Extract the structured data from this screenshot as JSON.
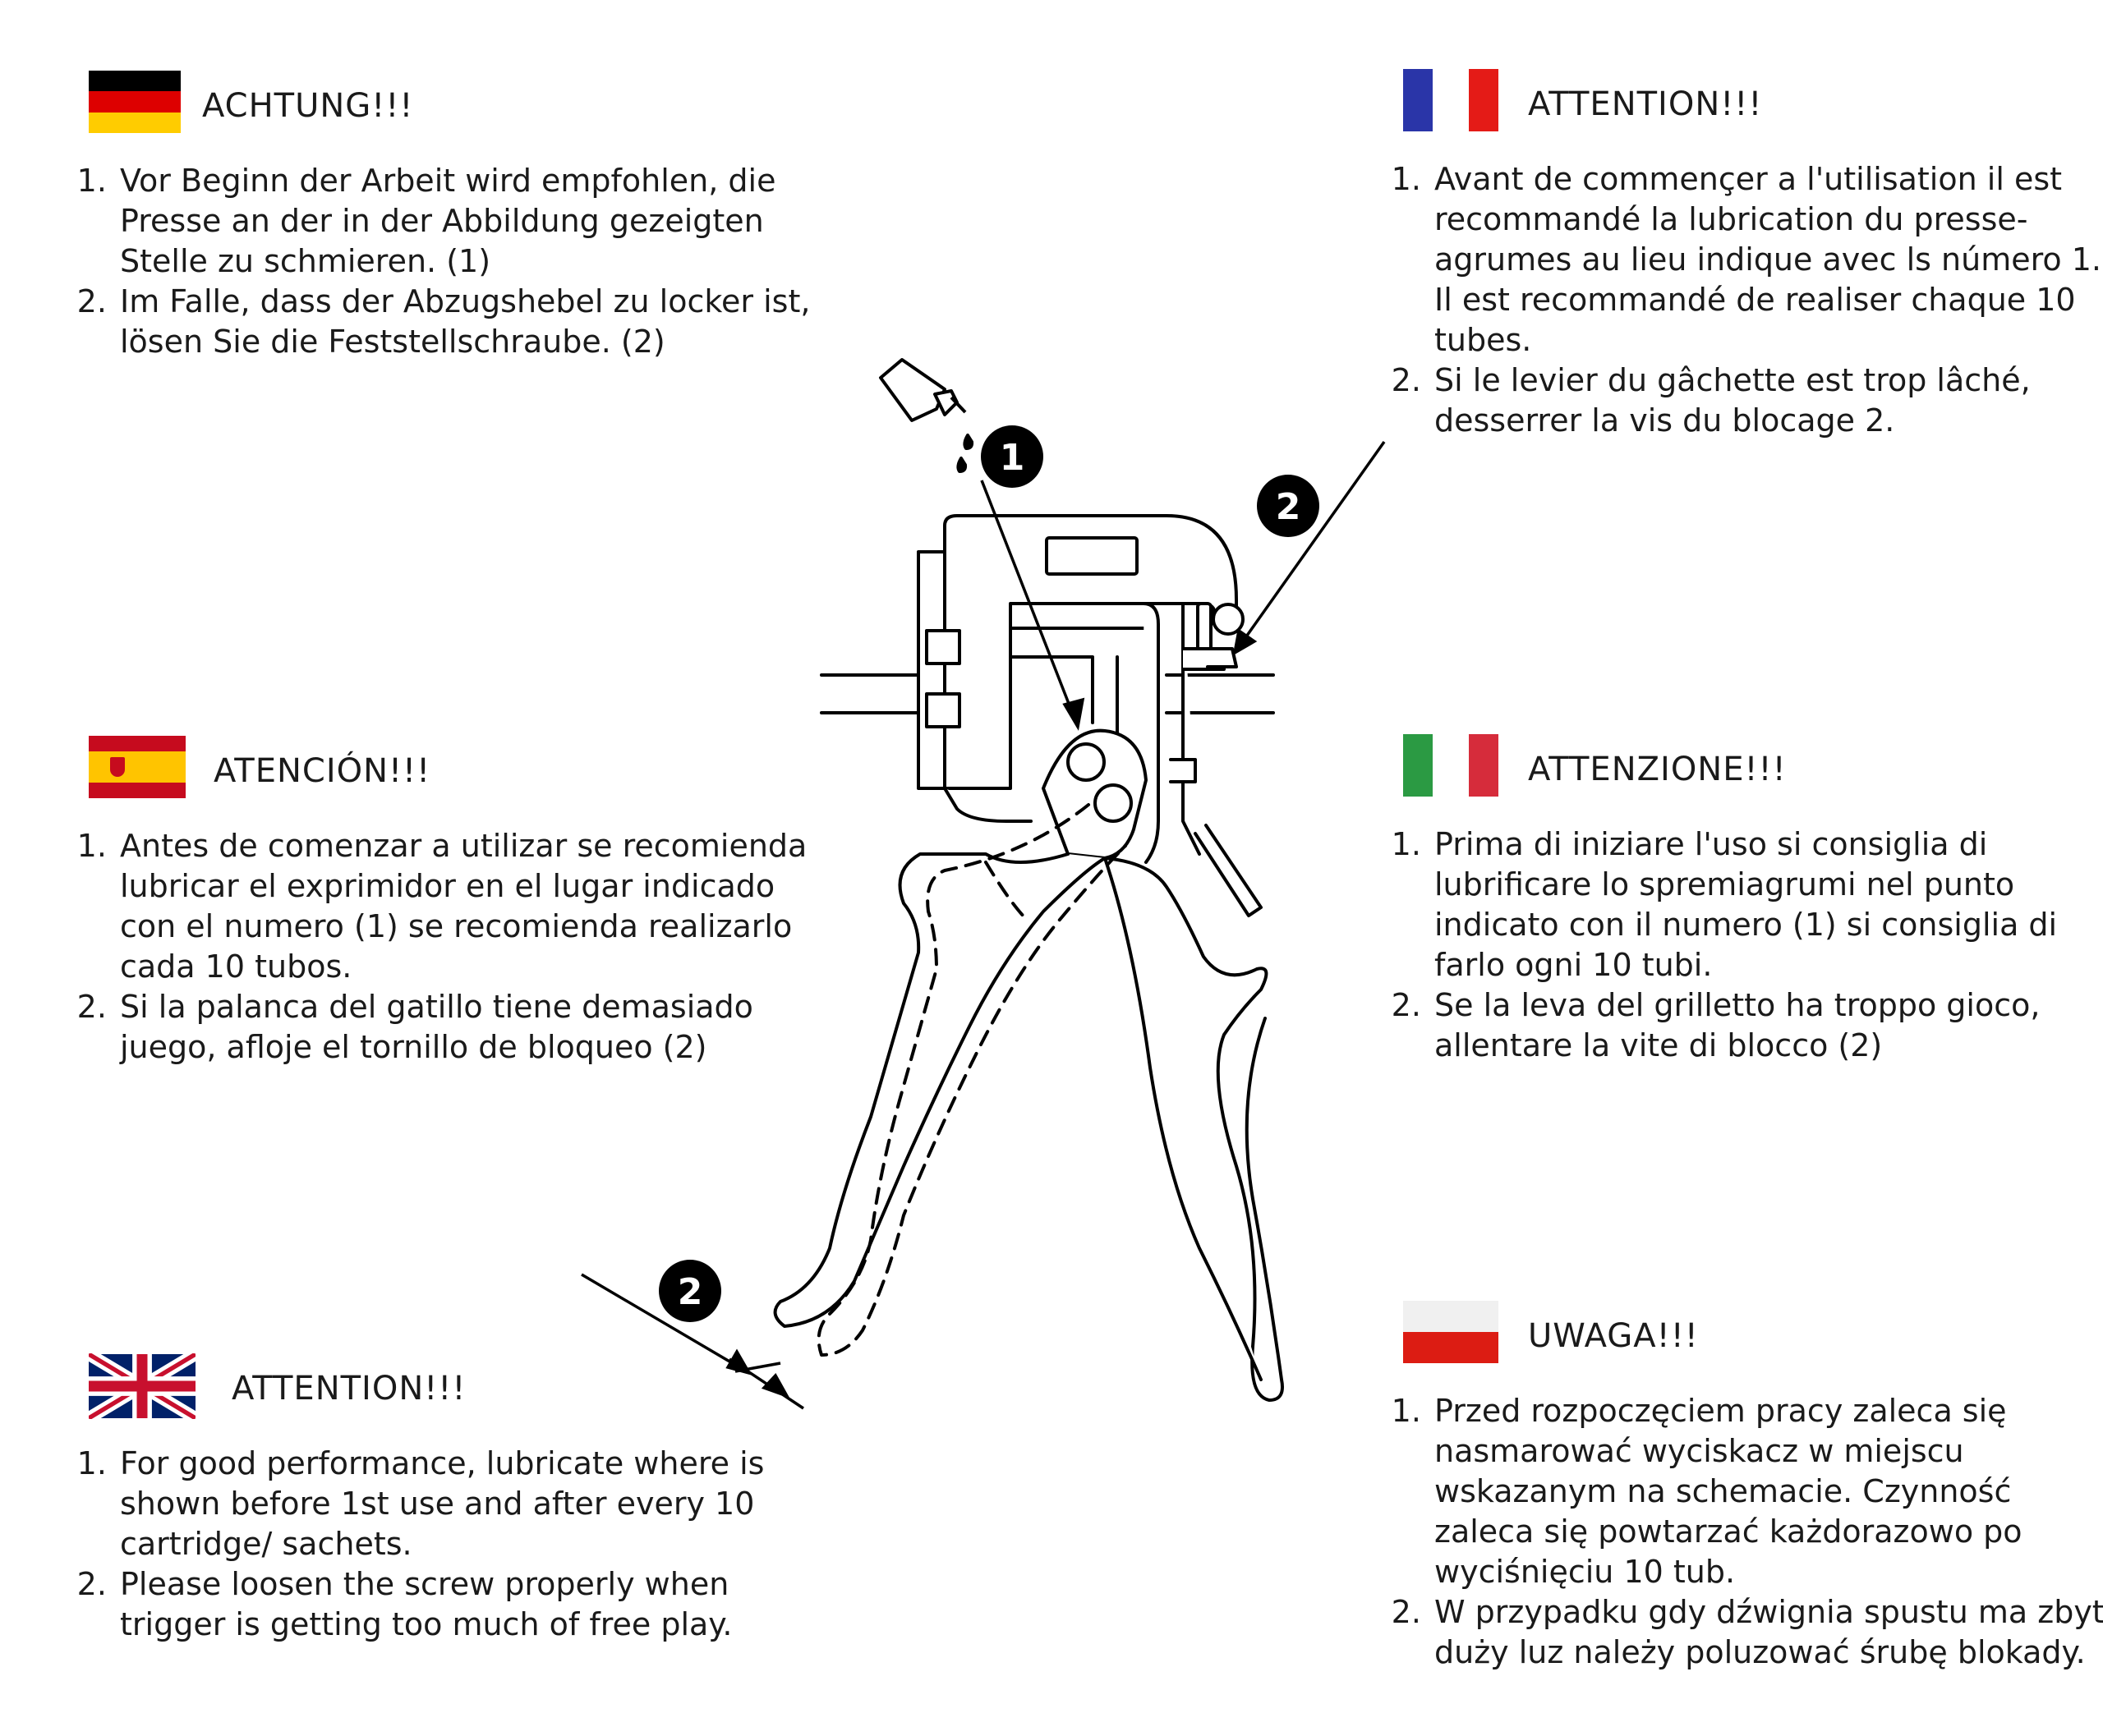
{
  "colors": {
    "de_black": "#000000",
    "de_red": "#dd0000",
    "de_gold": "#ffcc00",
    "fr_blue": "#2a35a8",
    "fr_red": "#e41b17",
    "es_red": "#c60b1e",
    "es_yellow": "#ffc400",
    "it_green": "#2b9a43",
    "it_red": "#d62c3b",
    "pl_white": "#f0f0f0",
    "pl_red": "#dc1c13",
    "uk_blue": "#012169",
    "uk_red": "#c8102e"
  },
  "sections": {
    "de": {
      "flag_icon": "germany-flag-icon",
      "heading": "ACHTUNG!!!",
      "items": [
        "Vor Beginn der Arbeit wird empfohlen, die Presse an der in der Abbildung gezeigten Stelle zu schmieren. (1)",
        "Im Falle, dass der Abzugshebel zu locker ist, lösen Sie die Feststellschraube. (2)"
      ]
    },
    "fr": {
      "flag_icon": "france-flag-icon",
      "heading": "ATTENTION!!!",
      "items": [
        "Avant de commençer a l'utilisation il est recommandé la lubrication du presse-agrumes au lieu indique avec ls número 1. Il est recommandé de realiser chaque 10 tubes.",
        "Si le levier du gâchette est trop lâché, desserrer la vis du blocage 2."
      ]
    },
    "es": {
      "flag_icon": "spain-flag-icon",
      "heading": "ATENCIÓN!!!",
      "items": [
        "Antes de comenzar a utilizar se recomienda lubricar el exprimidor en el lugar indicado con el numero (1) se recomienda realizarlo cada 10 tubos.",
        "Si la palanca del gatillo tiene demasiado juego, afloje el tornillo de bloqueo (2)"
      ]
    },
    "it": {
      "flag_icon": "italy-flag-icon",
      "heading": "ATTENZIONE!!!",
      "items": [
        "Prima di iniziare l'uso si consiglia di lubrificare lo spremiagrumi nel punto indicato con il numero (1) si consiglia di farlo ogni 10 tubi.",
        "Se la leva del grilletto ha troppo gioco, allentare la vite di blocco (2)"
      ]
    },
    "en": {
      "flag_icon": "uk-flag-icon",
      "heading": "ATTENTION!!!",
      "items": [
        "For good performance, lubricate where is shown before 1st use and after every 10 cartridge/ sachets.",
        "Please loosen the screw properly when trigger is getting too much of free play."
      ]
    },
    "pl": {
      "flag_icon": "poland-flag-icon",
      "heading": "UWAGA!!!",
      "items": [
        "Przed rozpoczęciem pracy zaleca się nasmarować wyciskacz w miejscu wskazanym na schemacie. Czynność zaleca się powtarzać każdorazowo po wyciśnięciu 10 tub.",
        "W przypadku gdy dźwignia spustu ma zbyt duży luz należy poluzować śrubę blokady."
      ]
    }
  },
  "diagram": {
    "subject_icon": "caulking-gun-icon",
    "oil_icon": "oil-bottle-icon",
    "callouts": [
      {
        "label": "1",
        "target": "lubrication-point"
      },
      {
        "label": "2",
        "target": "locking-screw"
      },
      {
        "label": "2",
        "target": "trigger-play-gap"
      }
    ]
  }
}
